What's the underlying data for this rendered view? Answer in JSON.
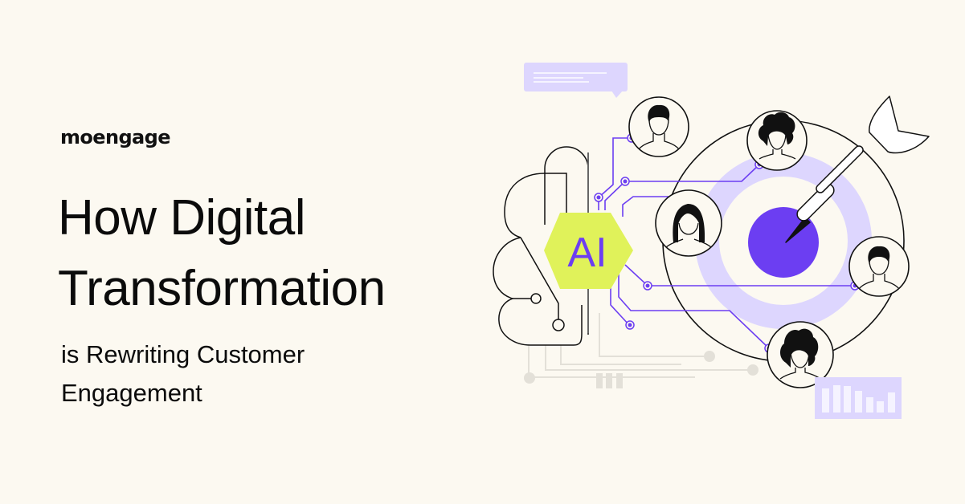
{
  "brand": {
    "logo_text": "moengage"
  },
  "headline": {
    "line1": "How Digital",
    "line2": "Transformation"
  },
  "subheadline": {
    "line1": "is Rewriting Customer",
    "line2": "Engagement"
  },
  "illustration": {
    "hexagon_label": "AI",
    "icons": [
      "brain-circuit-icon",
      "ai-hexagon-icon",
      "target-icon",
      "dart-icon",
      "chat-bubble-icon",
      "bar-chart-icon",
      "user-avatar-icon"
    ]
  },
  "colors": {
    "background": "#fcf9f1",
    "text": "#0b0b0b",
    "accent_purple": "#6c3ef2",
    "light_purple": "#ddd6fe",
    "lime": "#e0f25a",
    "circuit_gray": "#e3e0d8"
  }
}
